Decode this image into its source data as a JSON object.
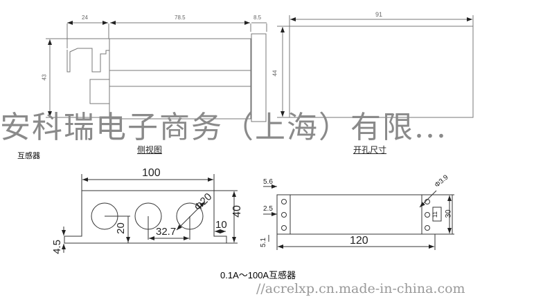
{
  "side_view": {
    "dims": {
      "connector": "24",
      "body": "78.5",
      "panel": "8.5",
      "height": "43"
    },
    "label": "侧视图"
  },
  "cutout": {
    "dims": {
      "width": "91",
      "height": "44"
    },
    "label": "开孔尺寸"
  },
  "section_label": "互感器",
  "ct_front": {
    "dims": {
      "width": "100",
      "height": "40",
      "hole_dia": "Φ20",
      "hole_pitch": "32.7",
      "hole_height": "20",
      "foot": "10",
      "base": "4.5"
    }
  },
  "ct_top": {
    "dims": {
      "length": "120",
      "width": "30",
      "mount_hole": "Φ3.9",
      "a": "5.6",
      "b": "2.5",
      "c": "5.1",
      "slot": "11"
    }
  },
  "caption": "0.1A～100A互感器",
  "watermark": {
    "company": "安科瑞电子商务（上海）有限...",
    "url": "//acrelxp.cn.made-in-china.com"
  }
}
